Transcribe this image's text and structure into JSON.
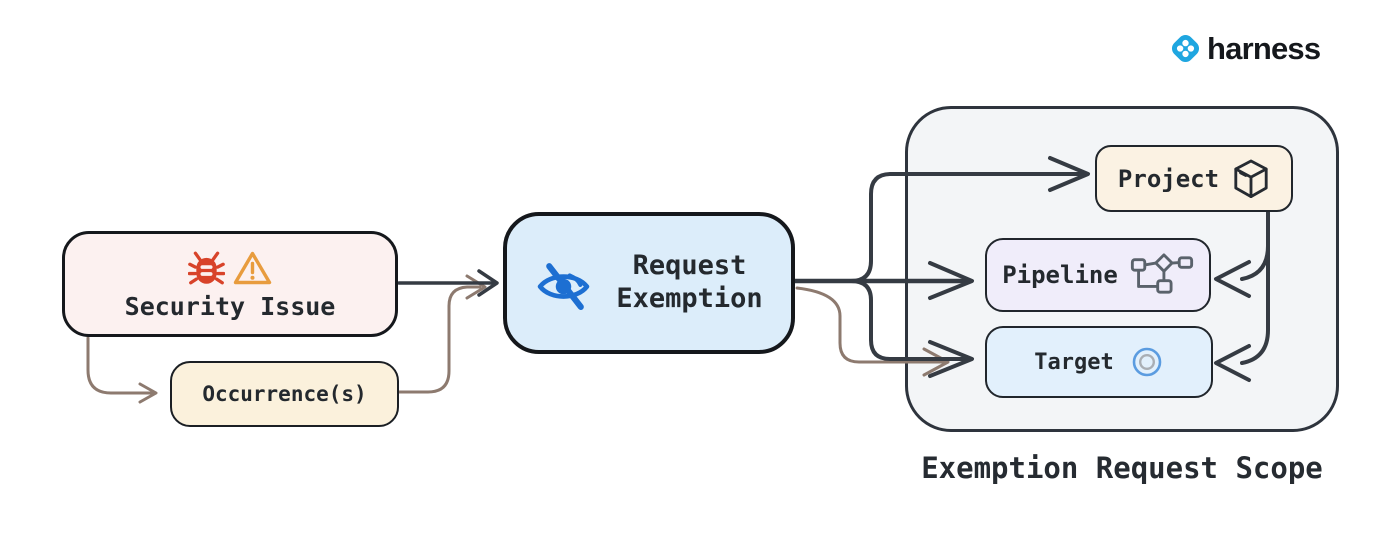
{
  "logo": {
    "brand": "harness",
    "brand_color": "#15181c",
    "icon_color": "#1fa6e0"
  },
  "nodes": {
    "security_issue": {
      "label": "Security Issue",
      "fill": "#fcf1f0"
    },
    "occurrences": {
      "label": "Occurrence(s)",
      "fill": "#fbf1dc"
    },
    "request_exemption": {
      "line1": "Request",
      "line2": "Exemption",
      "fill": "#dcedfa"
    },
    "project": {
      "label": "Project",
      "fill": "#fbf2e3"
    },
    "pipeline": {
      "label": "Pipeline",
      "fill": "#f0edfa"
    },
    "target": {
      "label": "Target",
      "fill": "#e2f0fc"
    }
  },
  "scope": {
    "title": "Exemption Request Scope",
    "fill": "#f3f5f7"
  },
  "icons": {
    "bug_icon": {
      "meaning": "security bug",
      "color": "#d8432a"
    },
    "warning_icon": {
      "meaning": "warning triangle",
      "color": "#e89c3e"
    },
    "eye_off_icon": {
      "meaning": "hidden / exempted finding",
      "color": "#1d6fd2"
    },
    "package_icon": {
      "meaning": "project package cube",
      "color": "#262b31"
    },
    "pipeline_graph_icon": {
      "meaning": "pipeline DAG",
      "color": "#5a626b"
    },
    "target_icon": {
      "meaning": "scan target",
      "outer_color": "#5b9ce0",
      "inner_color": "#a9aeb4"
    },
    "harness_logo_icon": {
      "meaning": "Harness brand mark",
      "color": "#1fa6e0"
    }
  },
  "edges": {
    "dark_color": "#353b43",
    "brown_color": "#8d7a6f",
    "list": [
      "Security Issue -> Request Exemption",
      "Security Issue -> Occurrence(s)",
      "Occurrence(s) -> Request Exemption",
      "Request Exemption -> Project",
      "Request Exemption -> Pipeline",
      "Request Exemption -> Target",
      "Occurrence(s) -> Target",
      "Project -> Pipeline",
      "Project -> Target"
    ]
  }
}
